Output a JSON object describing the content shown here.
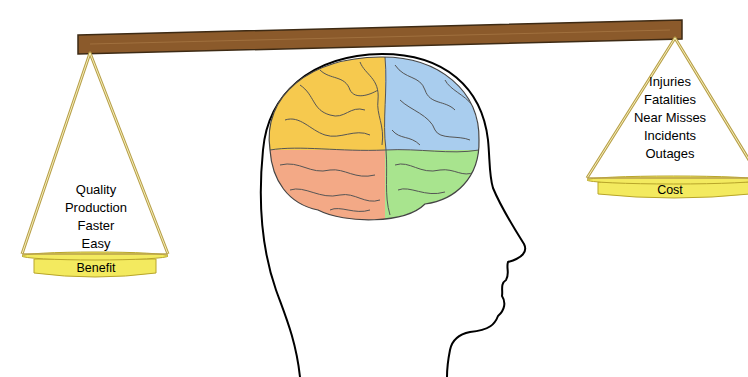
{
  "diagram": {
    "nodes": [
      {
        "text": [
          "Quality",
          "Production",
          "Faster",
          "Easy",
          "Benefit"
        ]
      },
      {
        "text": [
          "Injuries",
          "Fatalities",
          "Near Misses",
          "Incidents",
          "Outages",
          "Cost"
        ]
      }
    ]
  }
}
